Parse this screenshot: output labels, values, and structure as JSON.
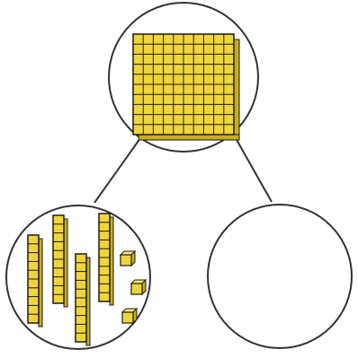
{
  "diagram": {
    "type": "number-bond",
    "colors": {
      "outline": "#333333",
      "block_fill": "#f0d53a",
      "block_line": "#1a1a1a"
    },
    "whole": {
      "blocks": [
        {
          "kind": "hundred-flat",
          "value": 100,
          "count": 1
        }
      ]
    },
    "parts": [
      {
        "name": "left-part",
        "blocks": [
          {
            "kind": "ten-rod",
            "value": 10,
            "count": 4
          },
          {
            "kind": "unit-cube",
            "value": 1,
            "count": 3
          }
        ]
      },
      {
        "name": "right-part",
        "blocks": []
      }
    ]
  }
}
